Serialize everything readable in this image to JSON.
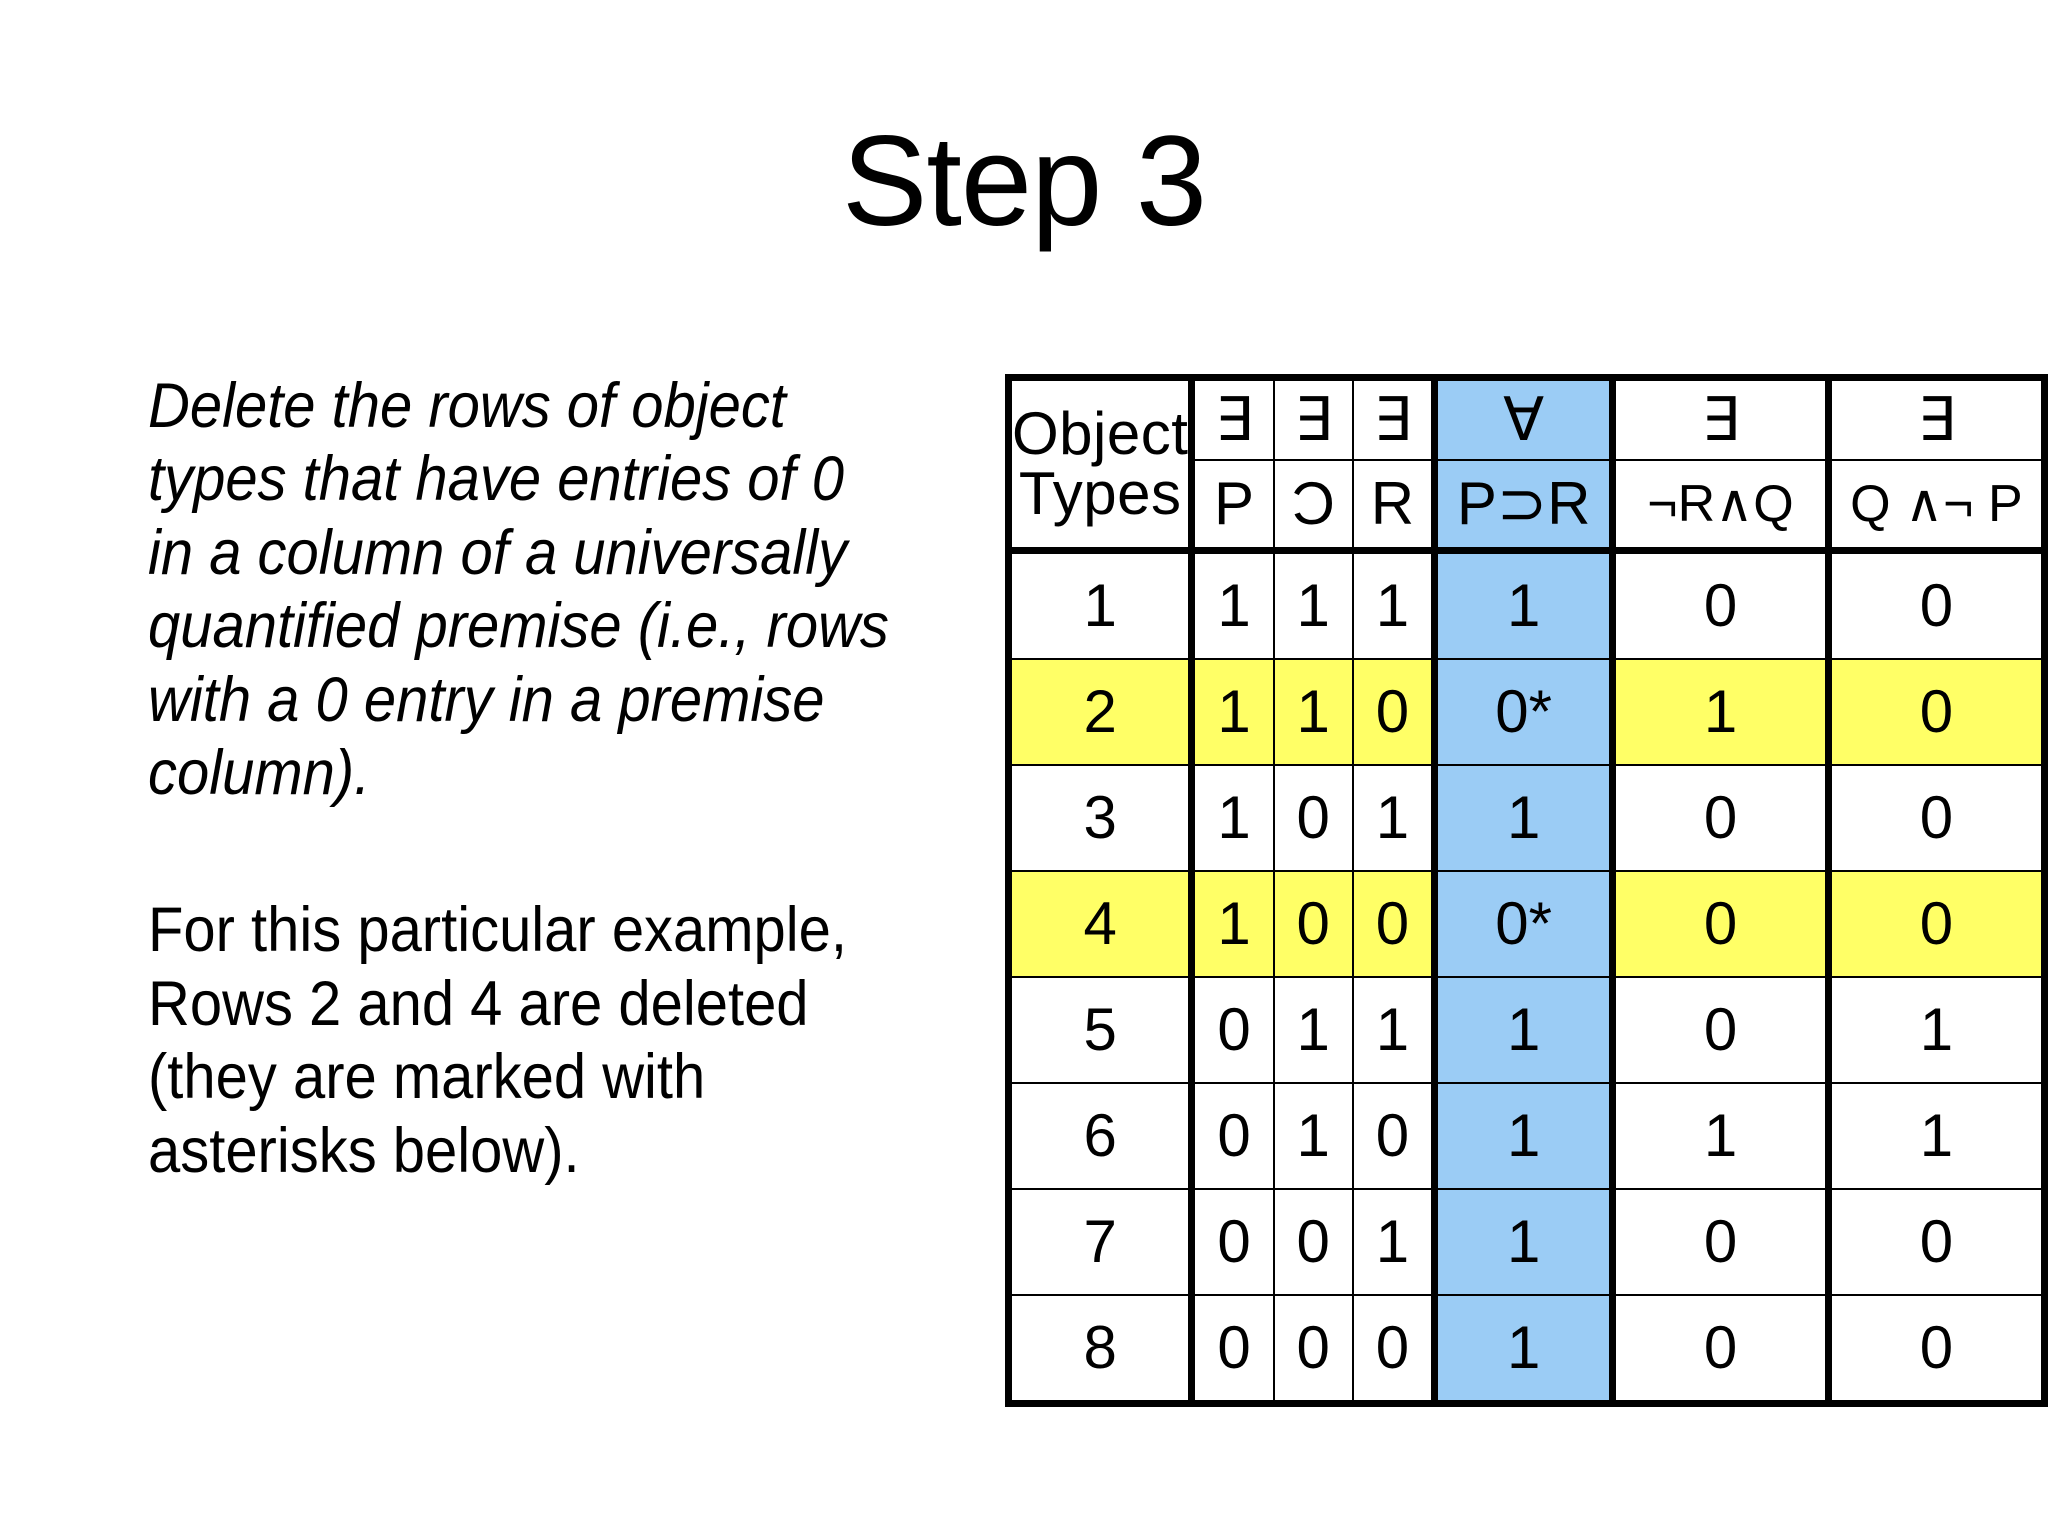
{
  "slide": {
    "title": "Step 3",
    "background_color": "#ffffff"
  },
  "text_column": {
    "paragraph_1": "Delete the rows of object types that have entries of 0 in a column of a universally quantified premise (i.e., rows with a 0 entry in a  premise column).",
    "paragraph_2": "For this particular example, Rows 2 and 4 are deleted (they are marked with asterisks below)."
  },
  "table": {
    "corner_header_line_1": "Object",
    "corner_header_line_2": "Types",
    "quantifiers": [
      "∃",
      "∃",
      "∃",
      "∀",
      "∃",
      "∃"
    ],
    "formulas": [
      "P",
      "Ɔ",
      "R",
      "P⊃R",
      "¬R∧Q",
      "Q ∧¬ P"
    ],
    "rows": [
      {
        "label": "1",
        "values": [
          "1",
          "1",
          "1",
          "1",
          "0",
          "0"
        ],
        "highlight": false
      },
      {
        "label": "2",
        "values": [
          "1",
          "1",
          "0",
          "0*",
          "1",
          "0"
        ],
        "highlight": true
      },
      {
        "label": "3",
        "values": [
          "1",
          "0",
          "1",
          "1",
          "0",
          "0"
        ],
        "highlight": false
      },
      {
        "label": "4",
        "values": [
          "1",
          "0",
          "0",
          "0*",
          "0",
          "0"
        ],
        "highlight": true
      },
      {
        "label": "5",
        "values": [
          "0",
          "1",
          "1",
          "1",
          "0",
          "1"
        ],
        "highlight": false
      },
      {
        "label": "6",
        "values": [
          "0",
          "1",
          "0",
          "1",
          "1",
          "1"
        ],
        "highlight": false
      },
      {
        "label": "7",
        "values": [
          "0",
          "0",
          "1",
          "1",
          "0",
          "0"
        ],
        "highlight": false
      },
      {
        "label": "8",
        "values": [
          "0",
          "0",
          "0",
          "1",
          "0",
          "0"
        ],
        "highlight": false
      }
    ],
    "colors": {
      "conclusion_column": "#9BCCF5",
      "deleted_row": "#FFFF66",
      "border": "#000000"
    },
    "conclusion_column_index": 3
  }
}
